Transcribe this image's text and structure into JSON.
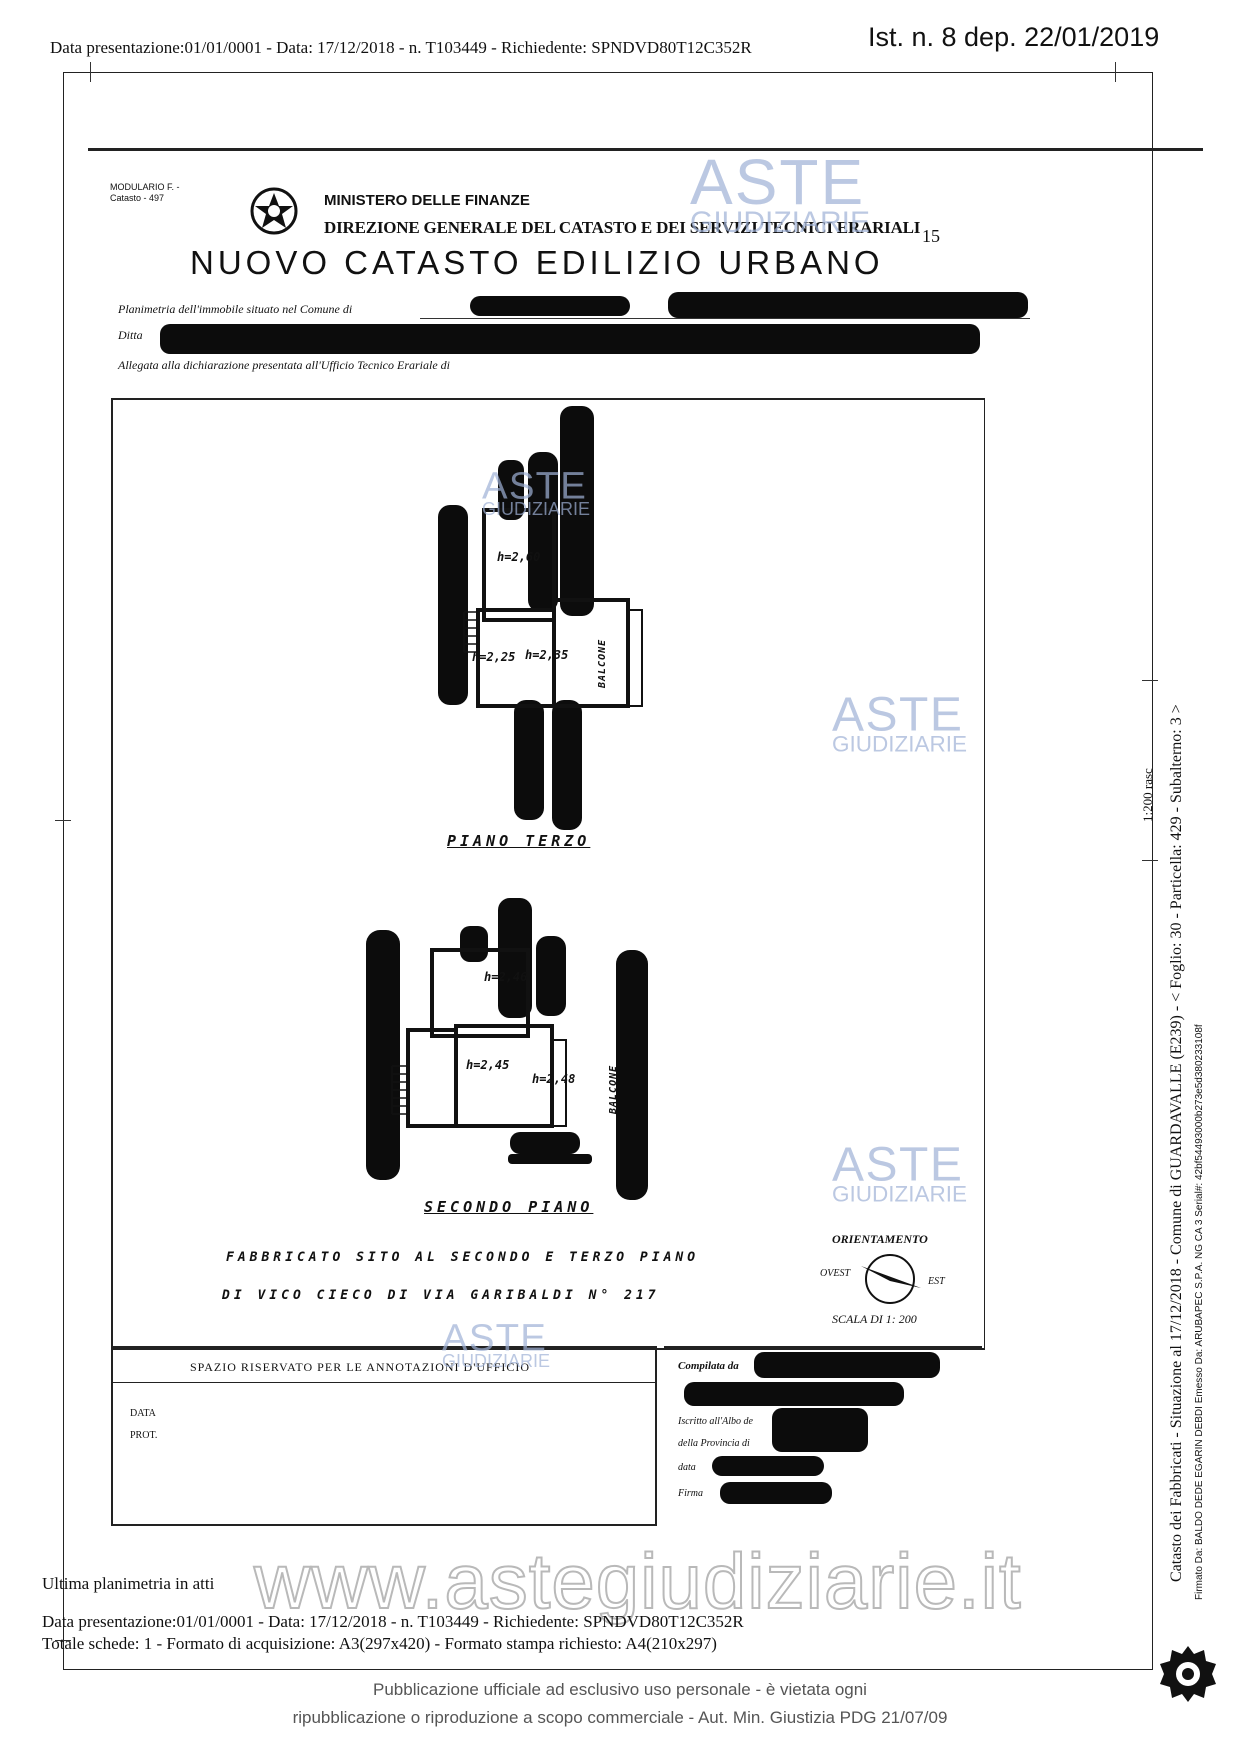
{
  "header": {
    "presentation_line": "Data presentazione:01/01/0001 - Data: 17/12/2018 - n. T103449 - Richiedente: SPNDVD80T12C352R",
    "stamp": "Ist. n. 8 dep. 22/01/2019"
  },
  "form": {
    "model_code": "MODULARIO F. - Catasto - 497",
    "ministry": "MINISTERO DELLE FINANZE",
    "direction": "DIREZIONE GENERALE DEL CATASTO E DEI SERVIZI TECNICI ERARIALI",
    "page_num": "15",
    "title": "NUOVO CATASTO EDILIZIO URBANO",
    "line1_label": "Planimetria dell'immobile situato nel Comune di",
    "line2_label": "Ditta",
    "line3_label": "Allegata alla dichiarazione presentata all'Ufficio Tecnico Erariale di"
  },
  "plan": {
    "upper_floor_label": "PIANO TERZO",
    "upper_rooms": [
      "h=2,60",
      "h=2,25",
      "h=2,35"
    ],
    "upper_balcony": "BALCONE",
    "lower_floor_label": "SECONDO PIANO",
    "lower_rooms": [
      "h=2,46",
      "h=2,45",
      "h=2,48"
    ],
    "lower_balcony": "BALCONE",
    "description_line1": "FABBRICATO SITO AL SECONDO E TERZO PIANO",
    "description_line2": "DI VICO CIECO DI VIA GARIBALDI N° 217",
    "orientation_label": "ORIENTAMENTO",
    "west": "OVEST",
    "east": "EST",
    "scale": "SCALA DI 1: 200"
  },
  "office_box": {
    "title": "SPAZIO RISERVATO PER LE ANNOTAZIONI D'UFFICIO",
    "date_label": "DATA",
    "prot_label": "PROT.",
    "compiled": "Compilata da",
    "enrolled": "Iscritto all'Albo de",
    "province": "della Provincia di",
    "date2": "data",
    "signature": "Firma"
  },
  "footer": {
    "last_plan": "Ultima planimetria in atti",
    "presentation_line": "Data presentazione:01/01/0001 - Data: 17/12/2018 - n. T103449 - Richiedente: SPNDVD80T12C352R",
    "totals_line": "Totale schede: 1 - Formato di acquisizione: A3(297x420)  - Formato stampa richiesto: A4(210x297)",
    "notice_line1": "Pubblicazione ufficiale ad esclusivo uso personale - è vietata ogni",
    "notice_line2": "ripubblicazione o riproduzione a scopo commerciale - Aut. Min. Giustizia PDG 21/07/09"
  },
  "side": {
    "catasto_line": "Catasto dei Fabbricati - Situazione al 17/12/2018 - Comune di GUARDAVALLE (E239) - < Foglio: 30 - Particella: 429 - Subalterno: 3 >",
    "signed_line": "Firmato Da: BALDO DEDE EGARIN DEBDI Emesso Da: ARUBAPEC S.P.A. NG CA 3 Serial#: 42bf54493000b273e5d380233108f",
    "scale_mark": "1:200 rasc"
  },
  "watermark": {
    "aste": "ASTE",
    "giudiziarie": "GIUDIZIARIE",
    "site": "www.astegiudiziarie.it"
  },
  "colors": {
    "watermark": "#9fb1d6",
    "ink": "#111111",
    "redaction": "#0c0c0c"
  }
}
